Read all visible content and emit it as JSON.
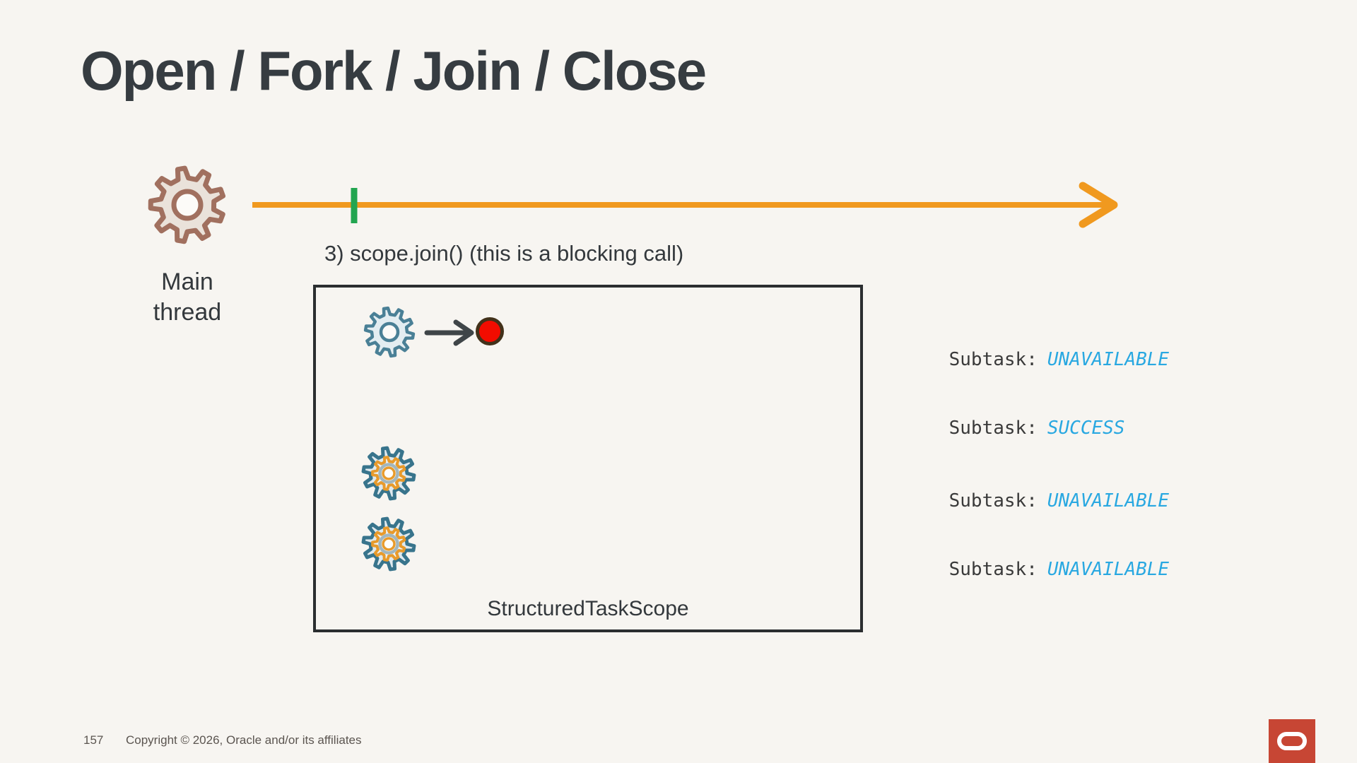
{
  "slide": {
    "title": "Open / Fork / Join / Close",
    "main_thread": {
      "label": "Main thread"
    },
    "timeline": {
      "step_label": "3) scope.join() (this is a blocking call)"
    },
    "scope_box": {
      "label": "StructuredTaskScope"
    },
    "subtasks": [
      {
        "label": "Subtask:",
        "status": "UNAVAILABLE"
      },
      {
        "label": "Subtask:",
        "status": "SUCCESS"
      },
      {
        "label": "Subtask:",
        "status": "UNAVAILABLE"
      },
      {
        "label": "Subtask:",
        "status": "UNAVAILABLE"
      }
    ],
    "footer": {
      "page_number": "157",
      "copyright": "Copyright © 2026, Oracle and/or its affiliates"
    },
    "colors": {
      "background": "#f7f5f1",
      "title_text": "#363c41",
      "body_text": "#33383c",
      "footer_text": "#5b5550",
      "timeline_orange": "#f0991f",
      "join_marker_green": "#22a550",
      "main_gear_brown": "#a1705f",
      "main_gear_fill": "#eae2da",
      "task_gear_teal": "#4a8096",
      "task_gear_fill": "#dfe9ee",
      "inner_gear_orange": "#e89a2b",
      "gear_hub_gray": "#a3b6bd",
      "blocked_red": "#f20c00",
      "blocked_red_border": "#42311a",
      "status_cyan": "#29a8e1",
      "box_border": "#2b2e30",
      "oracle_red": "#c74634"
    }
  }
}
